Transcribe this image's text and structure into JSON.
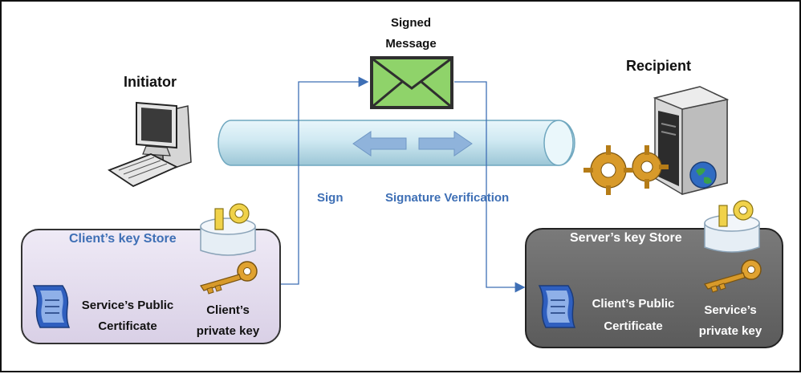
{
  "initiator": {
    "label": "Initiator"
  },
  "recipient": {
    "label": "Recipient"
  },
  "message": {
    "line1": "Signed",
    "line2": "Message"
  },
  "flows": {
    "sign": "Sign",
    "verify": "Signature Verification"
  },
  "client_store": {
    "title": "Client’s key Store",
    "cert_line1": "Service’s Public",
    "cert_line2": "Certificate",
    "key_line1": "Client’s",
    "key_line2": "private key"
  },
  "server_store": {
    "title": "Server’s key Store",
    "cert_line1": "Client’s Public",
    "cert_line2": "Certificate",
    "key_line1": "Service’s",
    "key_line2": "private key"
  },
  "colors": {
    "pipe": "#cfe9f2",
    "arrow_blue": "#3e6fb5",
    "envelope": "#8fd36a",
    "key_gold": "#d89a2a",
    "client_box": "#e2daee",
    "server_box": "#686868"
  }
}
